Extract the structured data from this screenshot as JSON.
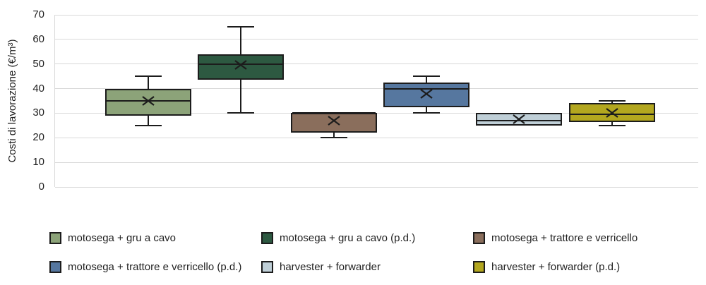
{
  "chart_data": {
    "type": "box",
    "title": "",
    "xlabel": "",
    "ylabel": "Costi di lavorazione (€/m³)",
    "ylim": [
      0,
      70
    ],
    "ytick_step": 10,
    "grid": "horizontal",
    "legend_position": "bottom",
    "colors": {
      "box_border": "#1c1c1c",
      "gridline": "#d9d9d9",
      "text": "#1f1f1f",
      "background": "#ffffff"
    },
    "series": [
      {
        "name": "motosega + gru a cavo",
        "color": "#8ca379",
        "min": 25,
        "q1": 29,
        "median": 35,
        "q3": 40,
        "max": 45,
        "mean": 35
      },
      {
        "name": "motosega + gru a cavo (p.d.)",
        "color": "#2d5941",
        "min": 30,
        "q1": 43.5,
        "median": 50,
        "q3": 54,
        "max": 65,
        "mean": 49.5
      },
      {
        "name": "motosega + trattore e verricello",
        "color": "#8a6e5c",
        "min": 20,
        "q1": 22,
        "median": 30,
        "q3": 30,
        "max": 30,
        "mean": 27
      },
      {
        "name": "motosega + trattore e verricello (p.d.)",
        "color": "#56779f",
        "min": 30,
        "q1": 32.5,
        "median": 40,
        "q3": 42.5,
        "max": 45,
        "mean": 38
      },
      {
        "name": "harvester + forwarder",
        "color": "#bfcfd7",
        "min": 25,
        "q1": 25,
        "median": 27,
        "q3": 30,
        "max": 30,
        "mean": 27.5
      },
      {
        "name": "harvester + forwarder (p.d.)",
        "color": "#b3a71f",
        "min": 25,
        "q1": 26.5,
        "median": 29.5,
        "q3": 34,
        "max": 35,
        "mean": 30
      }
    ]
  }
}
